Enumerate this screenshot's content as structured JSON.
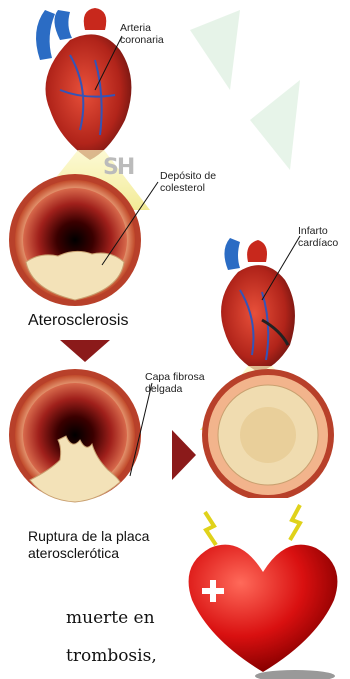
{
  "labels": {
    "coronary_artery": [
      "Arteria",
      "coronaria"
    ],
    "cholesterol_deposit": [
      "Depósito de",
      "colesterol"
    ],
    "atherosclerosis": "Aterosclerosis",
    "heart_attack": [
      "Infarto",
      "cardíaco"
    ],
    "thin_fibrous_cap": [
      "Capa fibrosa",
      "delgada"
    ],
    "plaque_rupture": [
      "Ruptura de la placa",
      "aterosclerótica"
    ],
    "watermark": "SH"
  },
  "text_fragments": [
    "muerte  en",
    "trombosis,"
  ],
  "colors": {
    "vessel_outer": "#c0392b",
    "vessel_wall": "#e8a98a",
    "plaque": "#f3e2b8",
    "lumen_dark": "#2a0000",
    "arrow": "#8b1a1a",
    "beam": "#f6f1a4",
    "heart_icon": "#e01515"
  },
  "icons": [
    "heart-icon",
    "down-arrow-icon",
    "right-arrow-icon",
    "lightning-icon"
  ]
}
